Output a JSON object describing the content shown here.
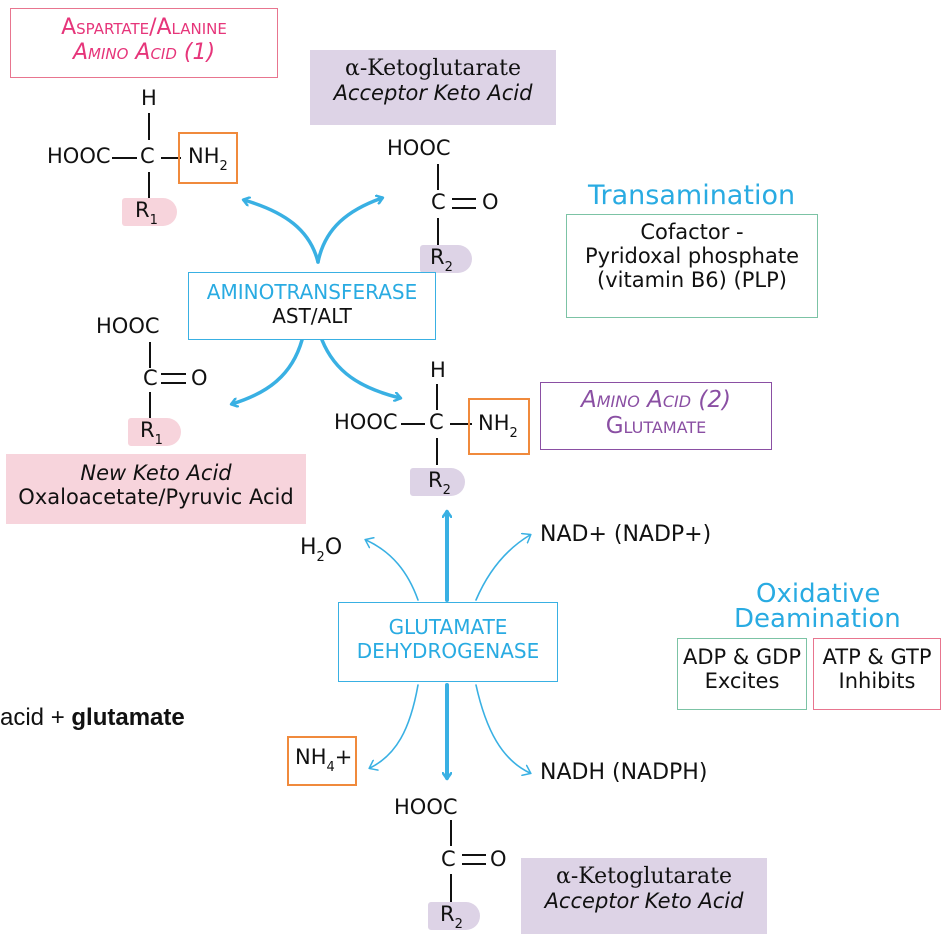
{
  "colors": {
    "arrow_blue": "#39b0e3",
    "pink": "#e6357a",
    "purple": "#8a4fa3",
    "orange": "#f08a3c",
    "teal": "#7cc3a5",
    "pink_bg": "#f7d4dc",
    "purple_bg": "#ddd3e6"
  },
  "amino_acid_1": {
    "title_line1": "Aspartate/Alanine",
    "title_line2": "Amino Acid (1)",
    "h": "H",
    "hooc": "HOOC",
    "c": "C",
    "nh": "NH",
    "nh_sub": "2",
    "r": "R",
    "r_sub": "1"
  },
  "keto_acceptor_top": {
    "line1": "α-Ketoglutarate",
    "line2": "Acceptor Keto Acid",
    "hooc": "HOOC",
    "c": "C",
    "o": "O",
    "r": "R",
    "r_sub": "2"
  },
  "transamination": {
    "title": "Transamination",
    "line1": "Cofactor -",
    "line2": "Pyridoxal phosphate",
    "line3": "(vitamin B6) (PLP)"
  },
  "aminotransferase": {
    "line1": "AMINOTRANSFERASE",
    "line2": "AST/ALT"
  },
  "new_keto_acid": {
    "hooc": "HOOC",
    "c": "C",
    "o": "O",
    "r": "R",
    "r_sub": "1",
    "line1": "New Keto Acid",
    "line2": "Oxaloacetate/Pyruvic Acid"
  },
  "amino_acid_2": {
    "title_line1": "Amino Acid (2)",
    "title_line2": "Glutamate",
    "h": "H",
    "hooc": "HOOC",
    "c": "C",
    "nh": "NH",
    "nh_sub": "2",
    "r": "R",
    "r_sub": "2"
  },
  "gdh_reaction": {
    "h2o_h": "H",
    "h2o_sub": "2",
    "h2o_o": "O",
    "nad": "NAD+ (NADP+)",
    "enzyme_line1": "GLUTAMATE",
    "enzyme_line2": "DEHYDROGENASE",
    "nh4": "NH",
    "nh4_sub": "4",
    "nh4_plus": "+",
    "nadh": "NADH (NADPH)"
  },
  "oxidative_deamination": {
    "title_line1": "Oxidative",
    "title_line2": "Deamination",
    "excite_line1": "ADP & GDP",
    "excite_line2": "Excites",
    "inhibit_line1": "ATP & GTP",
    "inhibit_line2": "Inhibits"
  },
  "cropped_text": {
    "prefix": "acid + ",
    "bold": "glutamate"
  },
  "keto_acceptor_bottom": {
    "hooc": "HOOC",
    "c": "C",
    "o": "O",
    "r": "R",
    "r_sub": "2",
    "line1": "α-Ketoglutarate",
    "line2": "Acceptor Keto Acid"
  }
}
